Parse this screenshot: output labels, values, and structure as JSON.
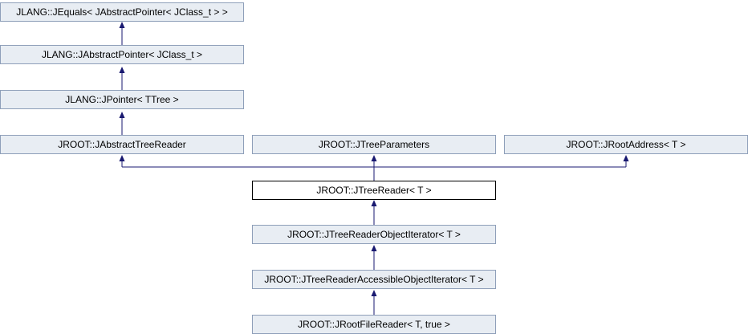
{
  "colors": {
    "node_fill": "#e8edf3",
    "node_border": "#8e9fb9",
    "current_fill": "#ffffff",
    "current_border": "#000000",
    "edge": "#191970"
  },
  "nodes": {
    "jequals": "JLANG::JEquals< JAbstractPointer< JClass_t > >",
    "jabstractpointer": "JLANG::JAbstractPointer< JClass_t >",
    "jpointer": "JLANG::JPointer< TTree >",
    "jabstracttreereader": "JROOT::JAbstractTreeReader",
    "jtreeparameters": "JROOT::JTreeParameters",
    "jrootaddress": "JROOT::JRootAddress< T >",
    "jtreereader": "JROOT::JTreeReader< T >",
    "jtreereaderobjectiterator": "JROOT::JTreeReaderObjectIterator< T >",
    "jtreereaderaccessibleobjectiterator": "JROOT::JTreeReaderAccessibleObjectIterator< T >",
    "jrootfilereader": "JROOT::JRootFileReader< T, true >"
  }
}
